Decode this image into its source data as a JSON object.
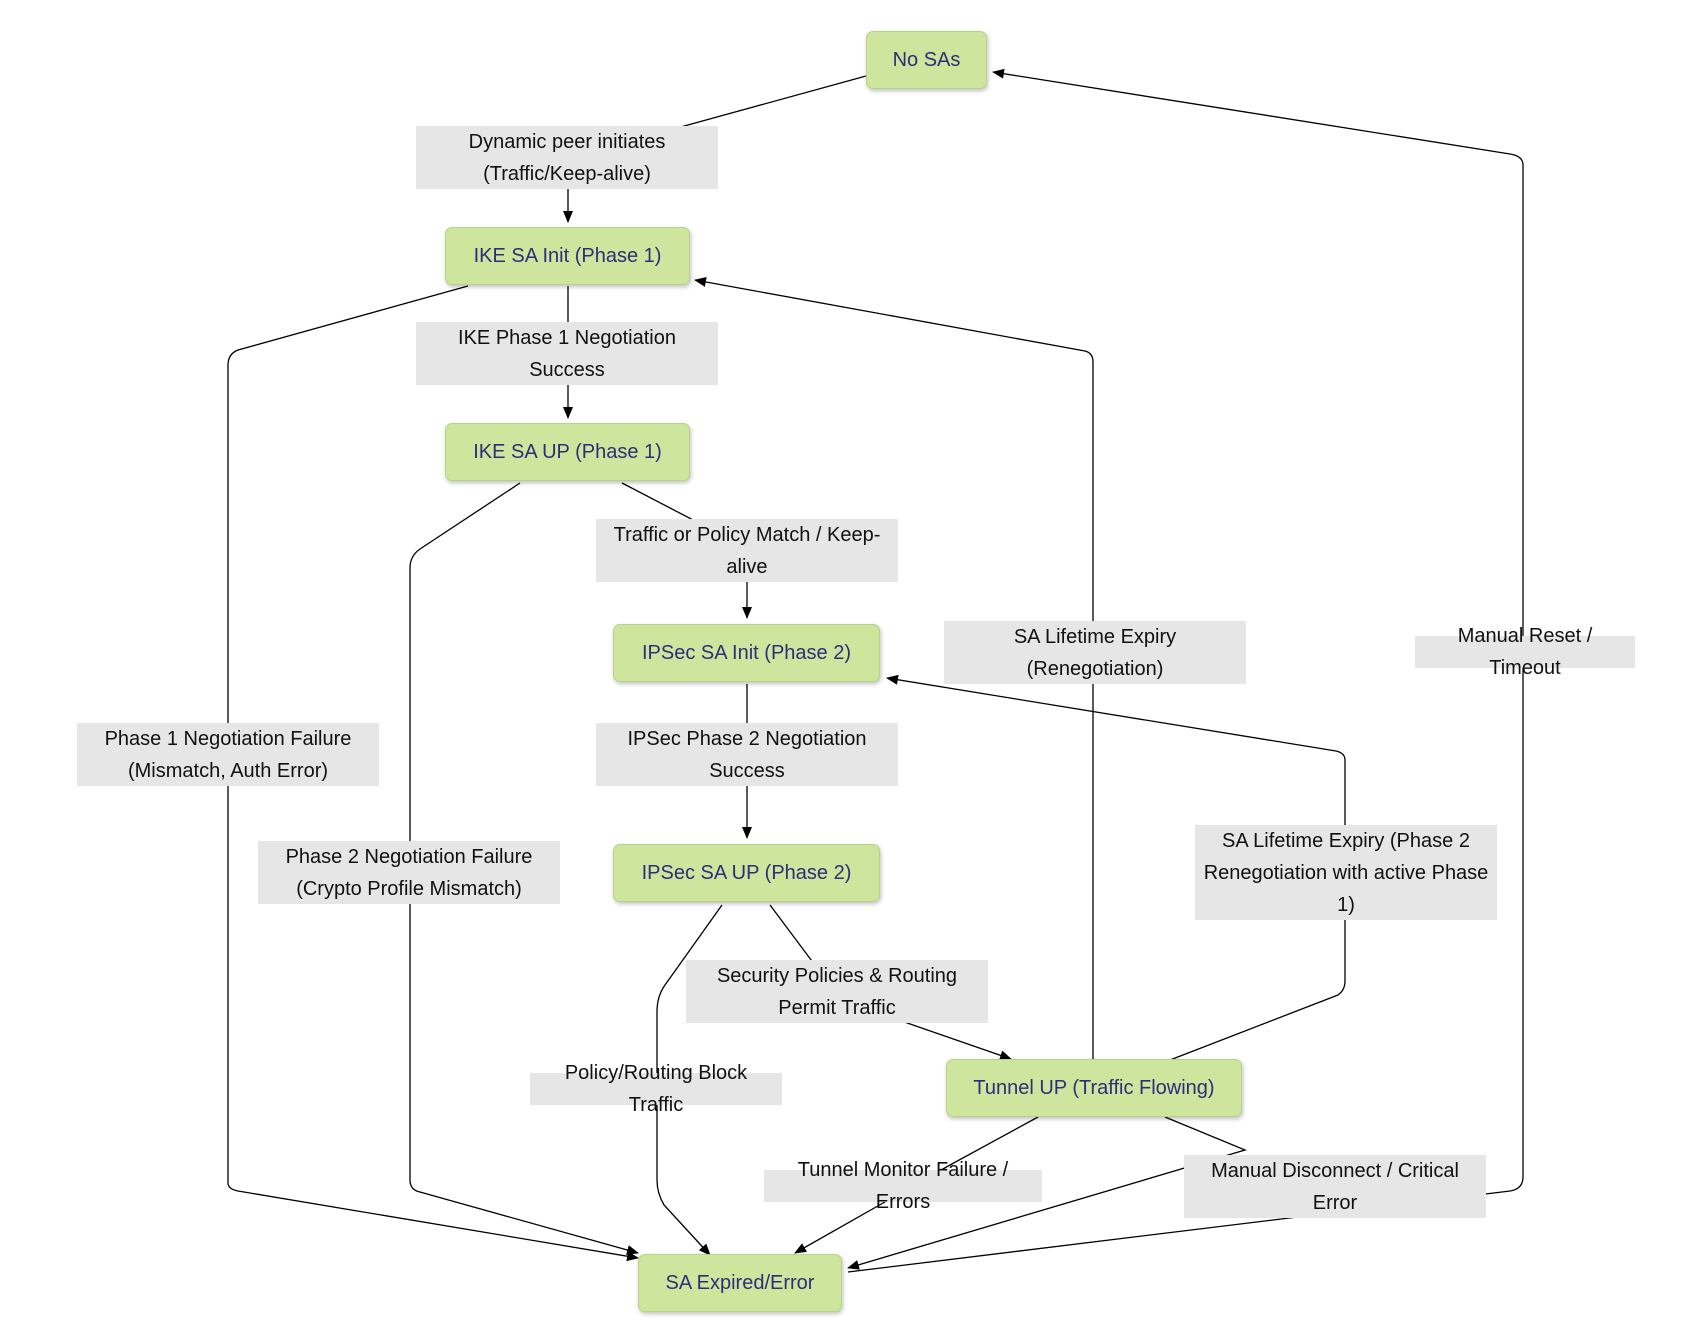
{
  "nodes": {
    "no_sas": "No SAs",
    "ike_sa_init": "IKE SA Init (Phase 1)",
    "ike_sa_up": "IKE SA UP (Phase 1)",
    "ipsec_sa_init": "IPSec SA Init (Phase 2)",
    "ipsec_sa_up": "IPSec SA UP (Phase 2)",
    "tunnel_up": "Tunnel UP (Traffic Flowing)",
    "sa_expired": "SA Expired/Error"
  },
  "edges": {
    "dynamic_peer": "Dynamic peer initiates (Traffic/Keep-alive)",
    "ike_phase1_success": "IKE Phase 1 Negotiation Success",
    "traffic_policy_match": "Traffic or Policy Match / Keep-alive",
    "ipsec_phase2_success": "IPSec Phase 2 Negotiation Success",
    "security_policies_permit": "Security Policies & Routing Permit Traffic",
    "phase1_failure": "Phase 1 Negotiation Failure (Mismatch, Auth Error)",
    "phase2_failure": "Phase 2 Negotiation Failure (Crypto Profile Mismatch)",
    "policy_routing_block": "Policy/Routing Block Traffic",
    "sa_lifetime_expiry": "SA Lifetime Expiry (Renegotiation)",
    "sa_lifetime_expiry_phase2": "SA Lifetime Expiry (Phase 2 Renegotiation with active Phase 1)",
    "manual_reset_timeout": "Manual Reset / Timeout",
    "tunnel_monitor_failure": "Tunnel Monitor Failure / Errors",
    "manual_disconnect": "Manual Disconnect / Critical Error"
  }
}
